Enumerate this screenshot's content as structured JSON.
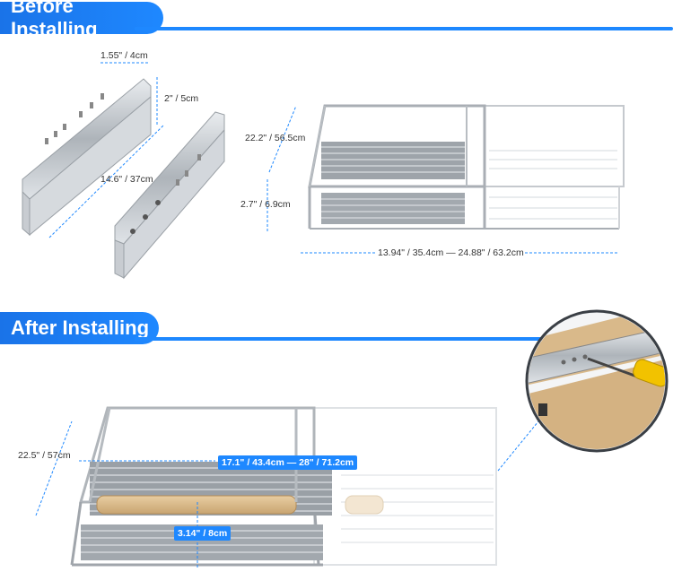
{
  "sections": {
    "before": {
      "title": "Before Installing"
    },
    "after": {
      "title": "After Installing"
    }
  },
  "dimensions": {
    "slide_width": "1.55\" / 4cm",
    "slide_height": "2\" / 5cm",
    "slide_length": "14.6\" / 37cm",
    "basket_depth": "22.2\" / 56.5cm",
    "basket_height": "2.7\" / 6.9cm",
    "basket_width_range": "13.94\" / 35.4cm — 24.88\" / 63.2cm",
    "installed_depth": "22.5\" / 57cm",
    "installed_width_range": "17.1\" / 43.4cm — 28\" / 71.2cm",
    "handle_height": "3.14\" / 8cm"
  },
  "colors": {
    "accent": "#1e88ff",
    "wood": "#d9b98a",
    "metal": "#b9bec4"
  }
}
